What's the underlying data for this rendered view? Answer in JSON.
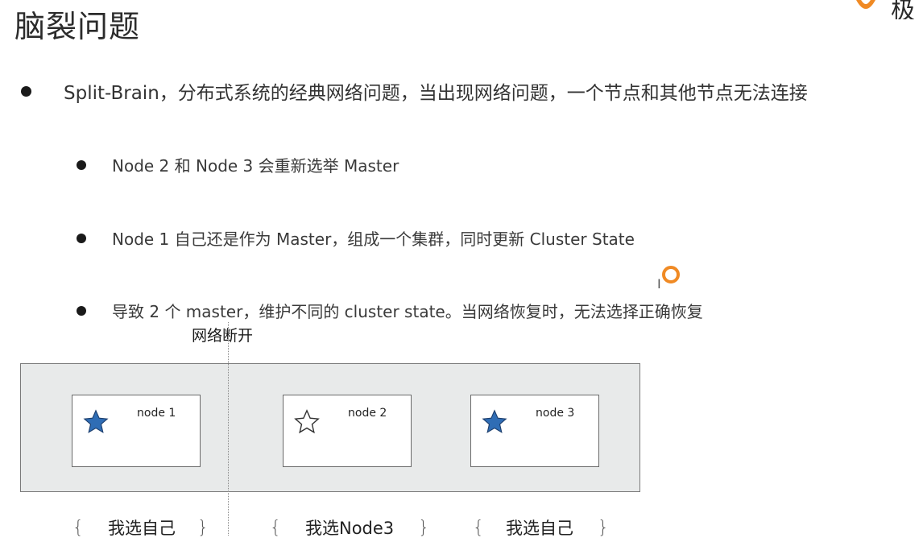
{
  "slide": {
    "title": "脑裂问题",
    "logo_text": "极"
  },
  "bullets": {
    "main": "Split-Brain，分布式系统的经典网络问题，当出现网络问题，一个节点和其他节点无法连接",
    "sub": [
      "Node 2 和 Node 3 会重新选举 Master",
      "Node 1 自己还是作为 Master，组成一个集群，同时更新 Cluster State",
      "导致 2 个 master，维护不同的 cluster state。当网络恢复时，无法选择正确恢复"
    ]
  },
  "diagram": {
    "network_label": "网络断开",
    "nodes": [
      {
        "label": "node 1",
        "star": "filled-star-icon"
      },
      {
        "label": "node 2",
        "star": "outline-star-icon"
      },
      {
        "label": "node 3",
        "star": "filled-star-icon"
      }
    ],
    "choices": [
      "我选自己",
      "我选Node3",
      "我选自己"
    ],
    "brace_open": "{",
    "brace_close": "}"
  },
  "colors": {
    "star_fill": "#2f6db5",
    "cursor_ring": "#f08a24",
    "cluster_bg": "#e8eaea"
  }
}
